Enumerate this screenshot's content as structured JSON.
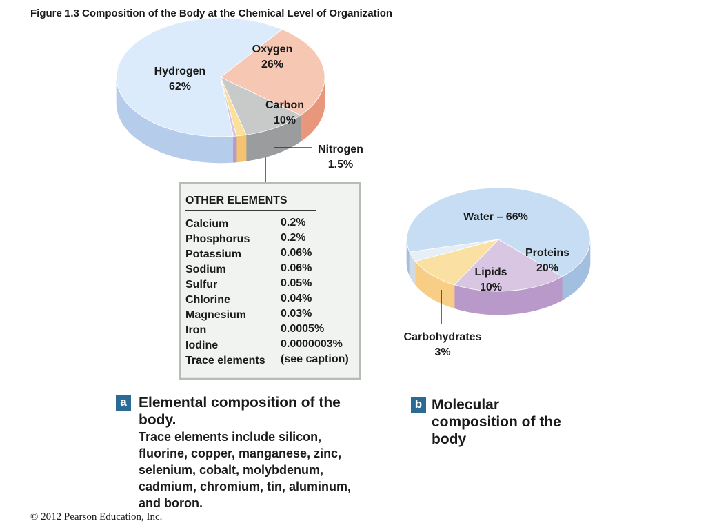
{
  "figure": {
    "title": "Figure 1.3  Composition of the Body at the Chemical Level of Organization",
    "copyright": "© 2012 Pearson Education, Inc."
  },
  "chart_data": [
    {
      "type": "pie",
      "style": "3d",
      "slices": [
        {
          "label": "Hydrogen",
          "value": 62,
          "value_text": "62%",
          "top": "#dcebfb",
          "side": "#b5cdeb"
        },
        {
          "label": "Oxygen",
          "value": 26,
          "value_text": "26%",
          "top": "#f6c7b3",
          "side": "#e9977c"
        },
        {
          "label": "Carbon",
          "value": 10,
          "value_text": "10%",
          "top": "#c8c9c9",
          "side": "#9a9c9d"
        },
        {
          "label": "Nitrogen",
          "value": 1.5,
          "value_text": "1.5%",
          "top": "#fbe09c",
          "side": "#f3c371"
        },
        {
          "label": "Other elements",
          "value": 0.5,
          "value_text": "",
          "top": "#d7c5e6",
          "side": "#b89ac8"
        }
      ]
    },
    {
      "type": "pie",
      "style": "3d",
      "slices": [
        {
          "label": "Water – 66%",
          "value": 66,
          "value_text": "",
          "top": "#c7ddf3",
          "side": "#a3bfe0"
        },
        {
          "label": "Proteins",
          "value": 20,
          "value_text": "20%",
          "top": "#d9c6e3",
          "side": "#b999c9"
        },
        {
          "label": "Lipids",
          "value": 10,
          "value_text": "10%",
          "top": "#fbe0a3",
          "side": "#f8cd86"
        },
        {
          "label": "Carbohydrates",
          "value": 3,
          "value_text": "3%",
          "top": "#e6eef6",
          "side": "#d2dbe3"
        }
      ]
    }
  ],
  "other_elements": {
    "title": "OTHER ELEMENTS",
    "rows": [
      {
        "name": "Calcium",
        "value": "0.2%"
      },
      {
        "name": "Phosphorus",
        "value": "0.2%"
      },
      {
        "name": "Potassium",
        "value": "0.06%"
      },
      {
        "name": "Sodium",
        "value": "0.06%"
      },
      {
        "name": "Sulfur",
        "value": "0.05%"
      },
      {
        "name": "Chlorine",
        "value": "0.04%"
      },
      {
        "name": "Magnesium",
        "value": "0.03%"
      },
      {
        "name": "Iron",
        "value": "0.0005%"
      },
      {
        "name": "Iodine",
        "value": "0.0000003%"
      },
      {
        "name": "Trace elements",
        "value": "(see caption)"
      }
    ]
  },
  "captions": {
    "a": {
      "badge": "a",
      "title": "Elemental composition of the body.",
      "body": "Trace elements include silicon, fluorine, copper, manganese, zinc, selenium, cobalt, molybdenum, cadmium, chromium, tin, aluminum, and boron."
    },
    "b": {
      "badge": "b",
      "title": "Molecular composition of the body"
    }
  }
}
